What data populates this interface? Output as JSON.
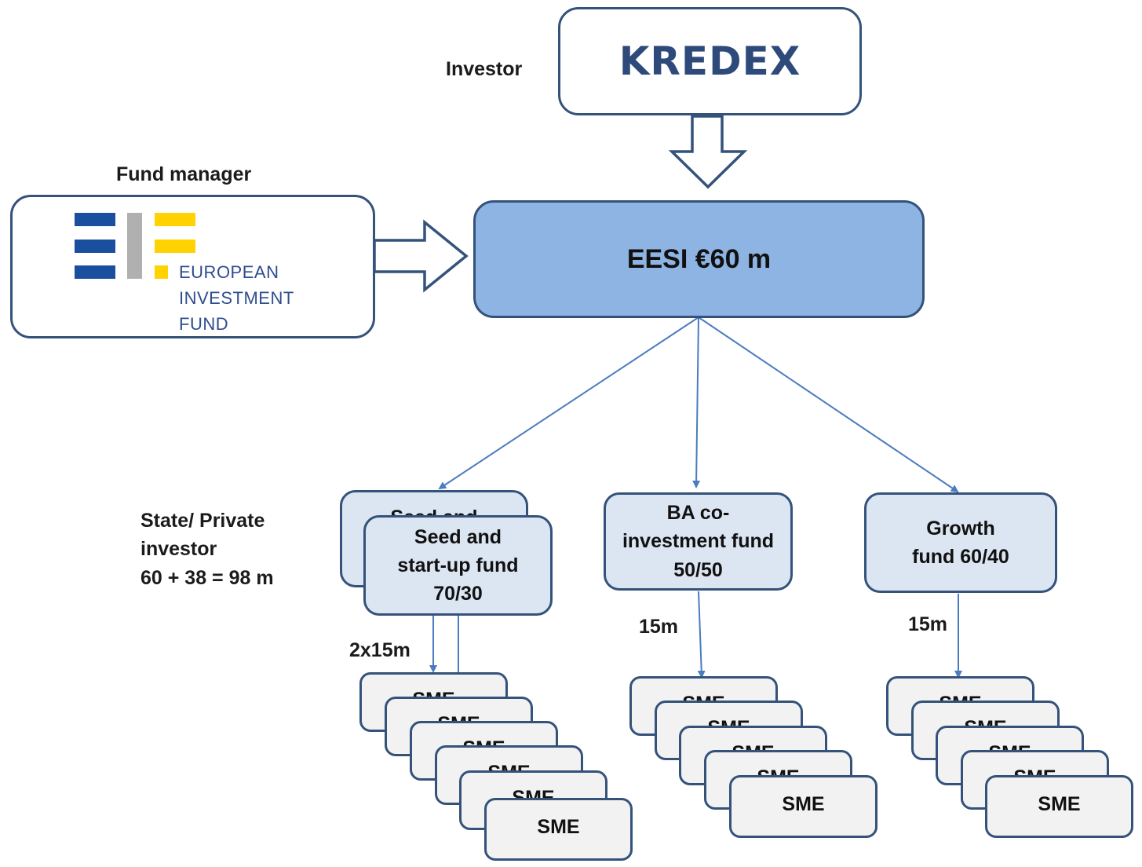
{
  "investor_label": "Investor",
  "investor_logo": "KREDEX",
  "fund_manager_label": "Fund manager",
  "eif_logo": {
    "line1": "EUROPEAN",
    "line2": "INVESTMENT",
    "line3": "FUND"
  },
  "eesi": "EESI €60 m",
  "state_private": {
    "line1": "State/ Private",
    "line2": "investor",
    "line3": "60 + 38 = 98 m"
  },
  "funds": {
    "seed_back": "Seed and",
    "seed": {
      "line1": "Seed and",
      "line2": "start-up fund",
      "line3": "70/30"
    },
    "ba": {
      "line1": "BA co-",
      "line2": "investment fund",
      "line3": "50/50"
    },
    "growth": {
      "line1": "Growth",
      "line2": "fund 60/40"
    }
  },
  "amounts": {
    "seed": "2x15m",
    "ba": "15m",
    "growth": "15m"
  },
  "sme_label": "SME",
  "colors": {
    "border": "#34527a",
    "eesi_fill": "#8eb4e3",
    "fund_fill": "#dce6f2",
    "sme_fill": "#f2f2f2",
    "arrow": "#4a7cc0",
    "eif_blue": "#1a4fa0",
    "eif_yellow": "#ffd200",
    "eif_grey": "#b0b0b0"
  }
}
